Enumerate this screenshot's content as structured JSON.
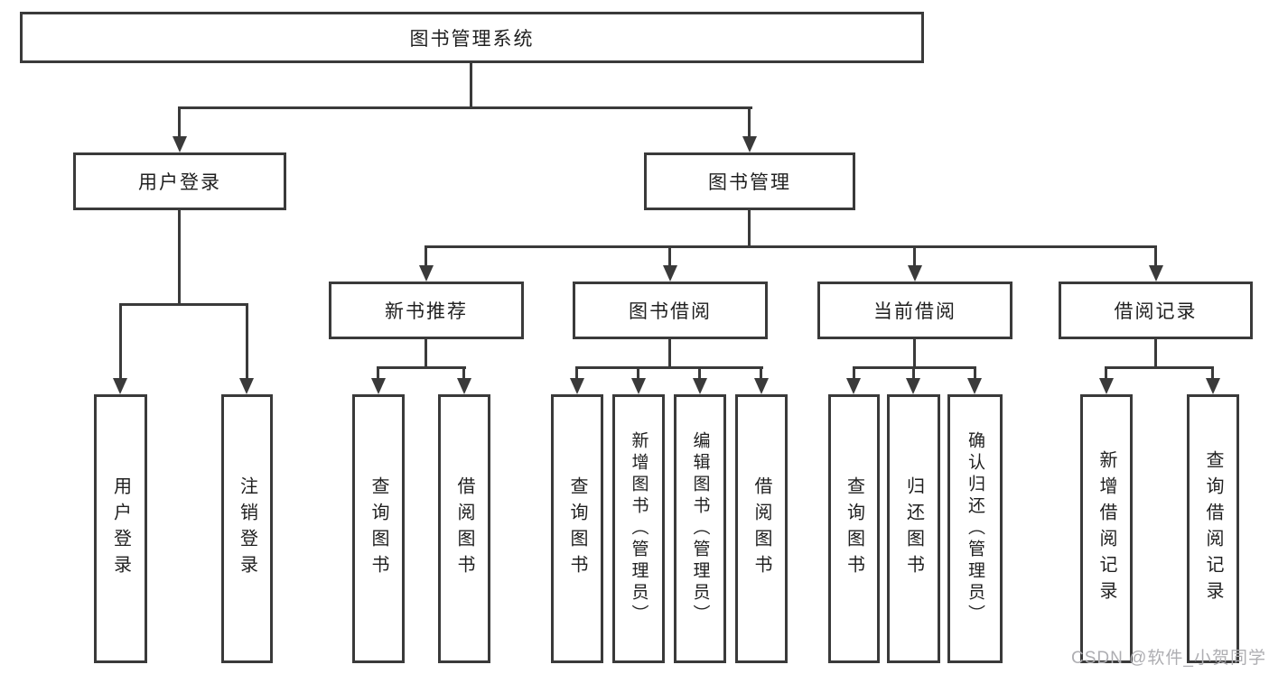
{
  "title": "图书管理系统",
  "watermark": "CSDN @软件_小贺同学",
  "colors": {
    "background": "#ffffff",
    "line": "#3a3a3a",
    "text": "#1f1f1f",
    "watermark": "#aeaeb2"
  },
  "nodes": {
    "root": "图书管理系统",
    "user_login": "用户登录",
    "book_management": "图书管理",
    "new_book_recommend": "新书推荐",
    "book_borrowing": "图书借阅",
    "current_borrowing": "当前借阅",
    "borrowing_records": "借阅记录",
    "leaf_user_login": "用户登录",
    "leaf_logout": "注销登录",
    "leaf_nb_query_books": "查询图书",
    "leaf_nb_borrow_books": "借阅图书",
    "leaf_bb_query_books": "查询图书",
    "leaf_bb_add_books_admin": "新增图书（管理员）",
    "leaf_bb_edit_books_admin": "编辑图书（管理员）",
    "leaf_bb_borrow_books": "借阅图书",
    "leaf_cb_query_books": "查询图书",
    "leaf_cb_return_books": "归还图书",
    "leaf_cb_confirm_return_admin": "确认归还（管理员）",
    "leaf_br_add_record": "新增借阅记录",
    "leaf_br_query_record": "查询借阅记录"
  },
  "hierarchy": {
    "label": "图书管理系统",
    "children": [
      {
        "label": "用户登录",
        "children": [
          {
            "label": "用户登录"
          },
          {
            "label": "注销登录"
          }
        ]
      },
      {
        "label": "图书管理",
        "children": [
          {
            "label": "新书推荐",
            "children": [
              {
                "label": "查询图书"
              },
              {
                "label": "借阅图书"
              }
            ]
          },
          {
            "label": "图书借阅",
            "children": [
              {
                "label": "查询图书"
              },
              {
                "label": "新增图书（管理员）"
              },
              {
                "label": "编辑图书（管理员）"
              },
              {
                "label": "借阅图书"
              }
            ]
          },
          {
            "label": "当前借阅",
            "children": [
              {
                "label": "查询图书"
              },
              {
                "label": "归还图书"
              },
              {
                "label": "确认归还（管理员）"
              }
            ]
          },
          {
            "label": "借阅记录",
            "children": [
              {
                "label": "新增借阅记录"
              },
              {
                "label": "查询借阅记录"
              }
            ]
          }
        ]
      }
    ]
  }
}
